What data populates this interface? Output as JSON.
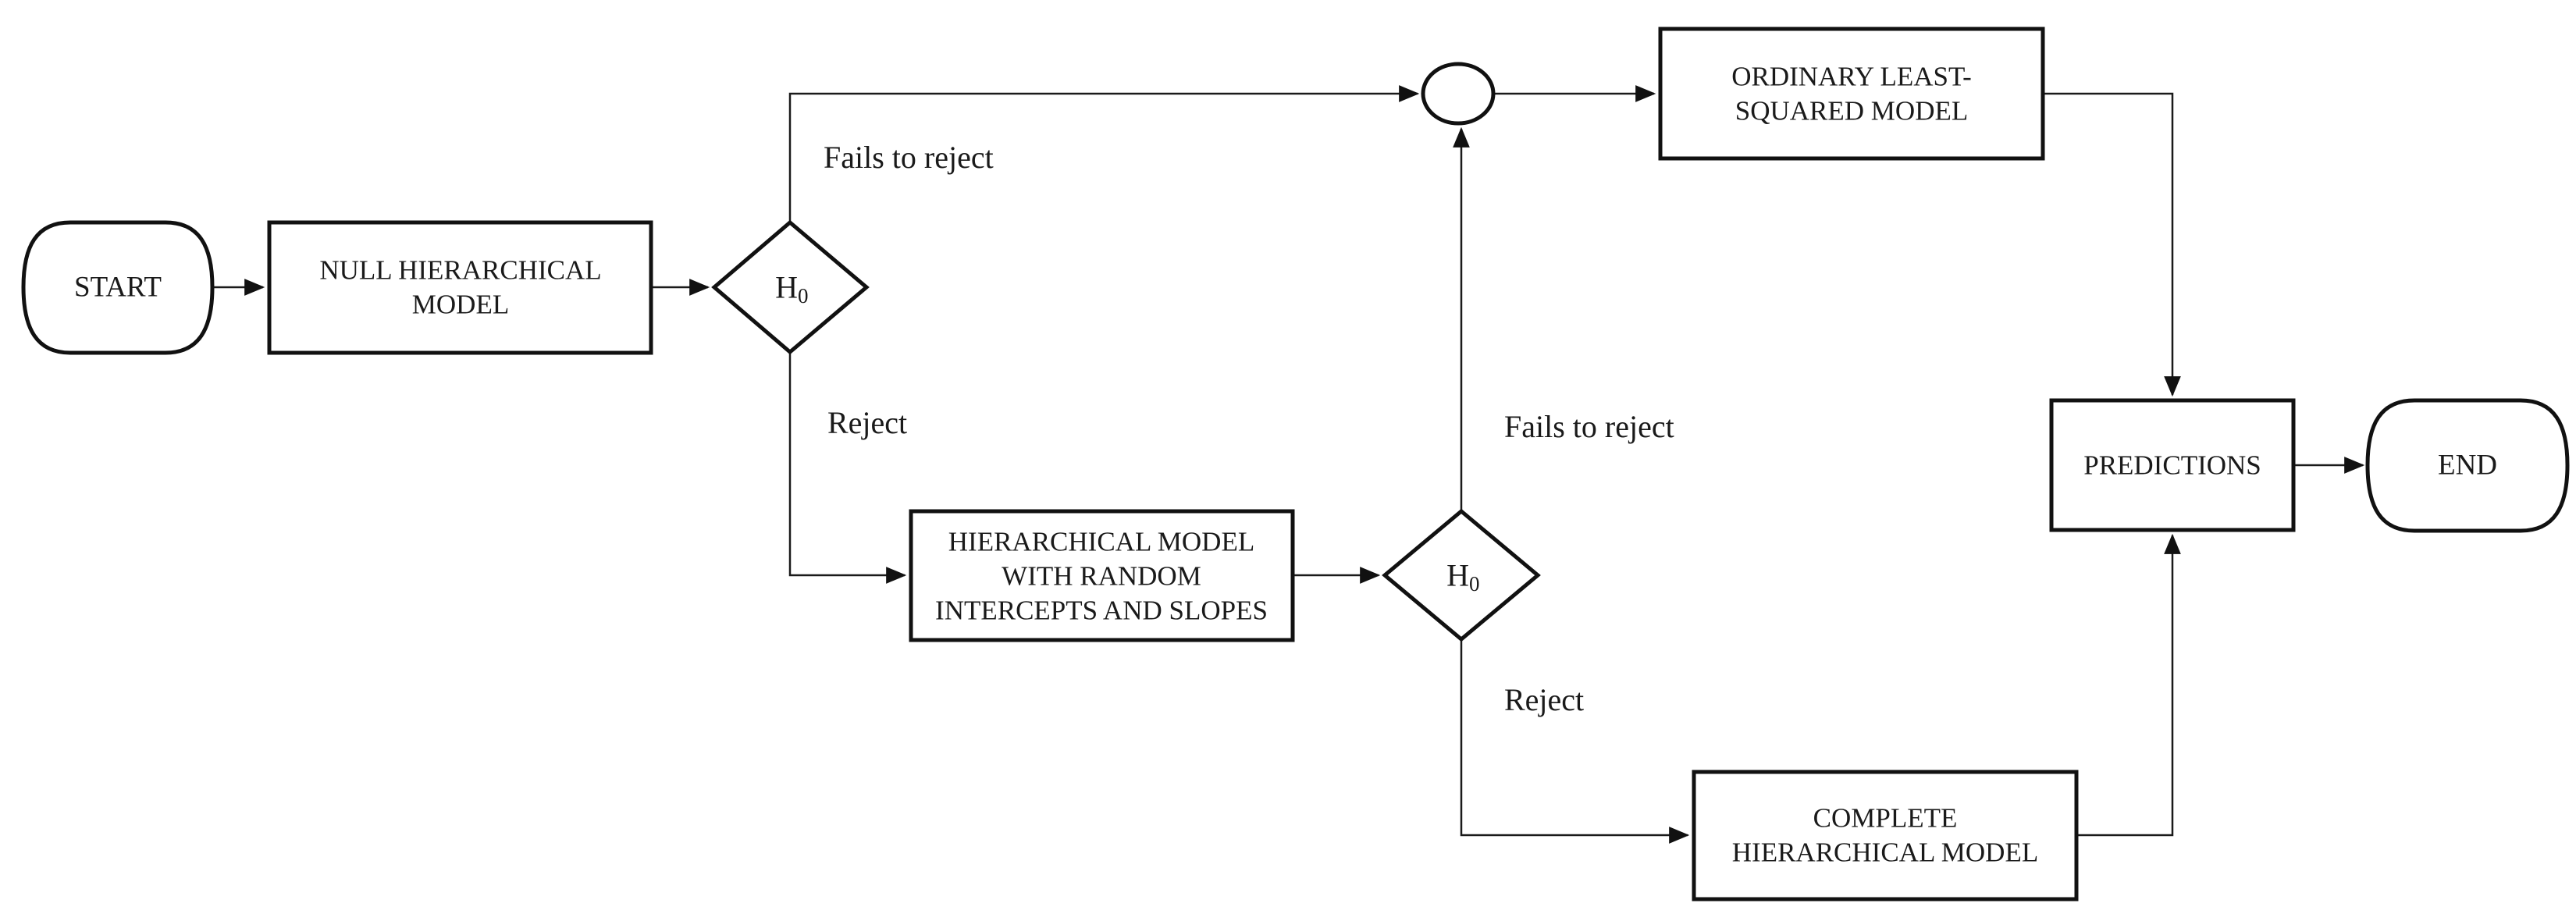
{
  "diagram": {
    "description": "Flowchart for selecting between hierarchical and ordinary least-squared regression models",
    "colors": {
      "background": "#ffffff",
      "shape_stroke": "#111111",
      "connector_stroke": "#1a1a1a",
      "text": "#1a1a1a"
    },
    "nodes": {
      "start": {
        "type": "terminator",
        "label": "START"
      },
      "null_model": {
        "type": "process",
        "lines": [
          "NULL HIERARCHICAL",
          "MODEL"
        ]
      },
      "h0_first": {
        "type": "decision",
        "label": "H",
        "subscript": "0"
      },
      "junction": {
        "type": "connector-circle"
      },
      "ols_model": {
        "type": "process",
        "lines": [
          "ORDINARY LEAST-",
          "SQUARED MODEL"
        ]
      },
      "random_model": {
        "type": "process",
        "lines": [
          "HIERARCHICAL MODEL",
          "WITH RANDOM",
          "INTERCEPTS AND SLOPES"
        ]
      },
      "h0_second": {
        "type": "decision",
        "label": "H",
        "subscript": "0"
      },
      "complete_model": {
        "type": "process",
        "lines": [
          "COMPLETE",
          "HIERARCHICAL MODEL"
        ]
      },
      "predictions": {
        "type": "process",
        "label": "PREDICTIONS"
      },
      "end": {
        "type": "terminator",
        "label": "END"
      }
    },
    "edge_labels": {
      "fails_to_reject_first": "Fails to reject",
      "reject_first": "Reject",
      "fails_to_reject_second": "Fails to reject",
      "reject_second": "Reject"
    }
  }
}
